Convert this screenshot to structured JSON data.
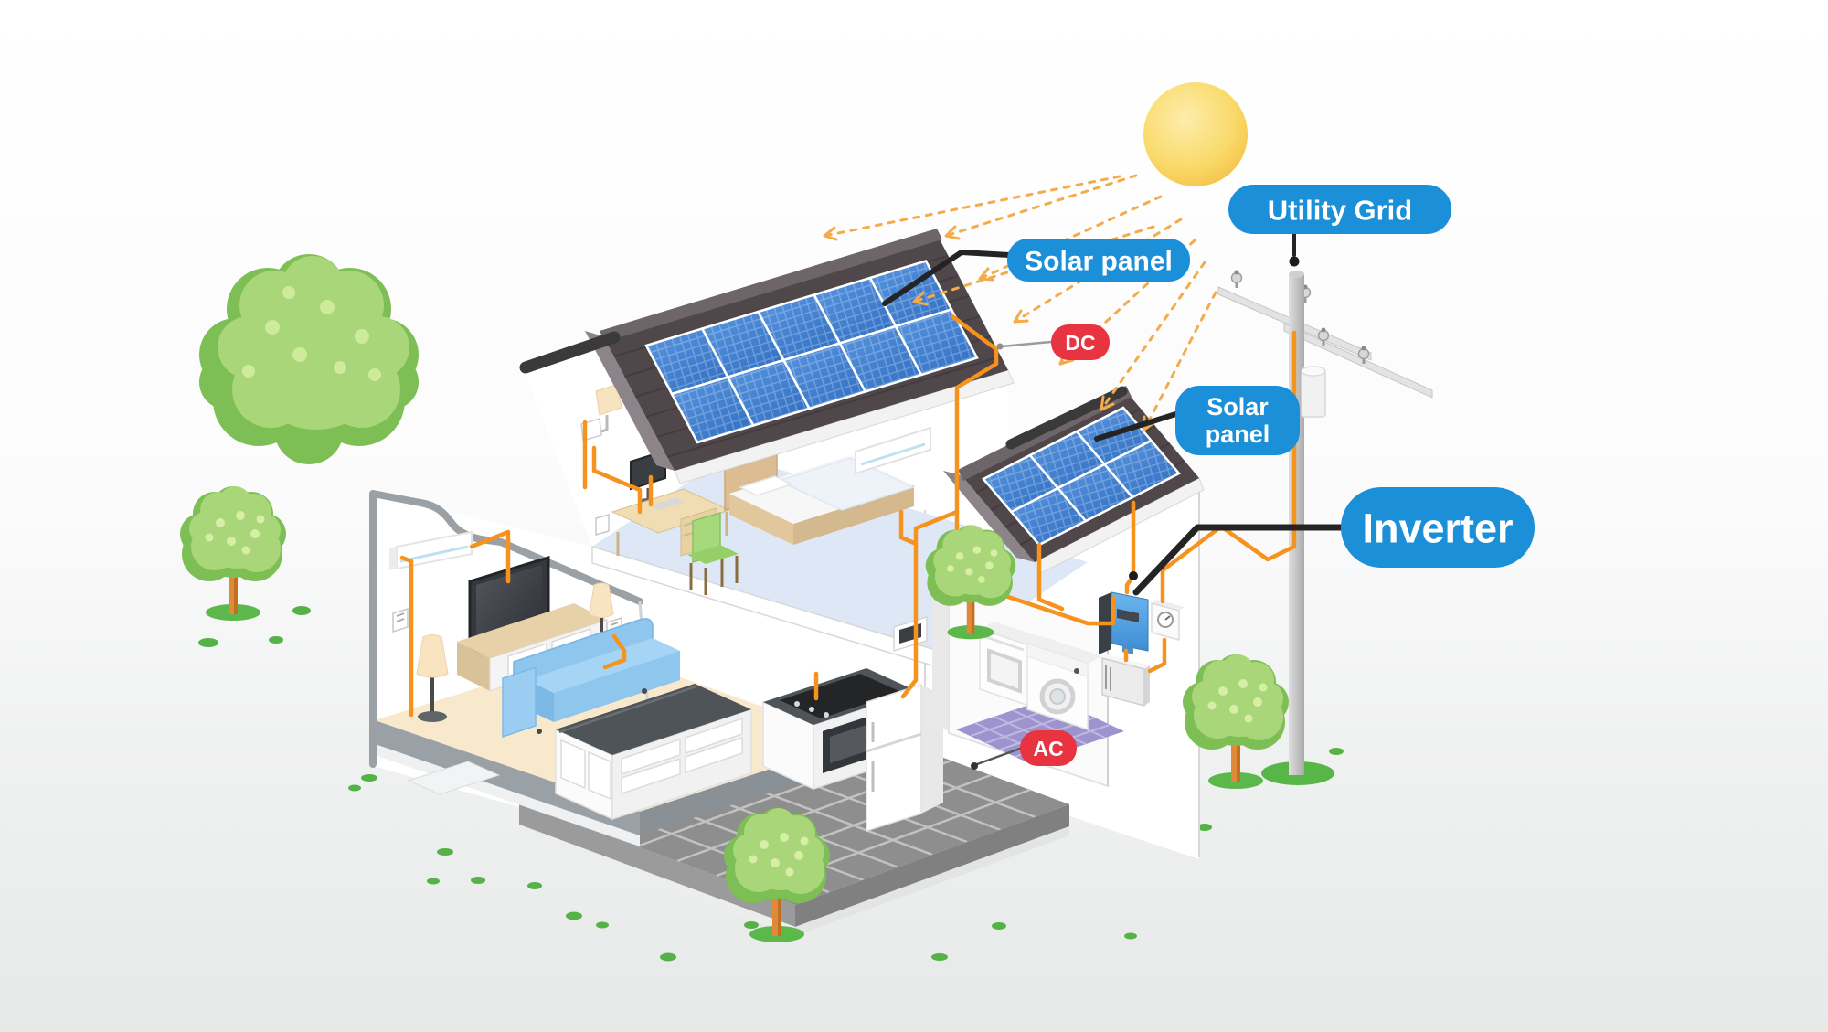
{
  "diagram": {
    "type": "solar-home-energy-diagram",
    "labels": {
      "solar_panel_main": "Solar panel",
      "solar_panel_small_line1": "Solar",
      "solar_panel_small_line2": "panel",
      "utility_grid": "Utility Grid",
      "inverter": "Inverter"
    },
    "badges": {
      "dc": "DC",
      "ac": "AC"
    },
    "colors": {
      "label_blue": "#1b90d8",
      "badge_red": "#e83340",
      "wire_orange": "#f6921e",
      "panel_blue": "#3d7fd0",
      "roof_dark": "#50474b",
      "sun_yellow": "#f7cd52",
      "tree_light": "#a8d678",
      "tree_dark": "#7dbf55",
      "laundry_floor": "#9d93cd"
    },
    "scene_components": [
      "sun",
      "sun-rays",
      "house-cutaway",
      "main-roof-solar-array",
      "garage-roof-solar-array",
      "utility-pole",
      "power-lines",
      "inverter-unit",
      "electric-meter",
      "breaker-panel",
      "washing-machine",
      "dryer",
      "bedroom",
      "living-room",
      "kitchen",
      "laundry-room",
      "trees",
      "orange-wiring"
    ]
  }
}
